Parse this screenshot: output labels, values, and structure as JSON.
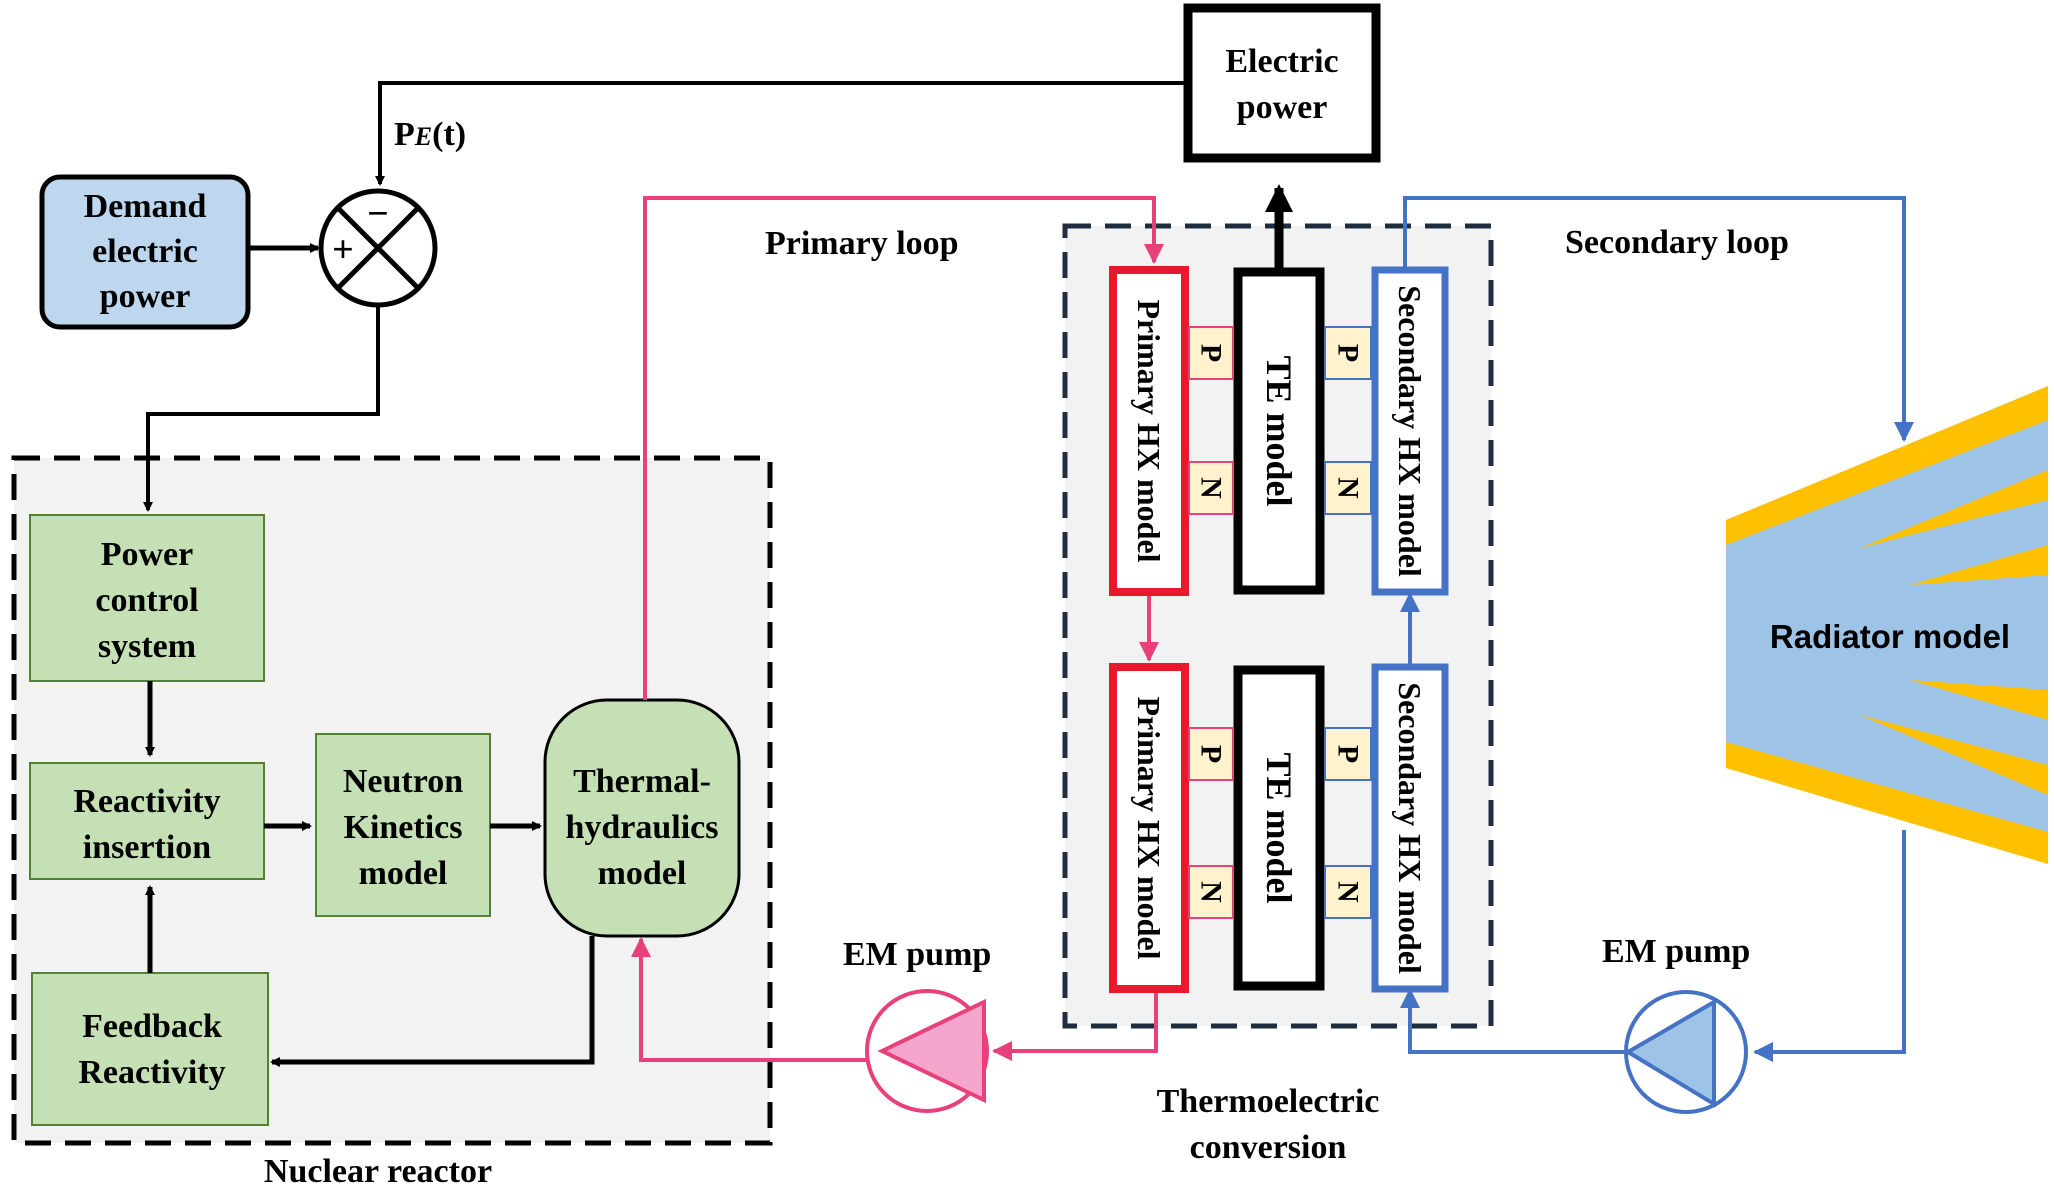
{
  "blocks": {
    "electric_power": [
      "Electric",
      "power"
    ],
    "demand": [
      "Demand",
      "electric",
      "power"
    ],
    "summing_plus": "+",
    "summing_minus": "−",
    "pe_signal": {
      "main": "P",
      "sub": "E",
      "rest": "(t)"
    },
    "power_control": [
      "Power",
      "control",
      "system"
    ],
    "reactivity_insertion": [
      "Reactivity",
      "insertion"
    ],
    "neutron_kinetics": [
      "Neutron",
      "Kinetics",
      "model"
    ],
    "thermal_hydraulics": [
      "Thermal-",
      "hydraulics",
      "model"
    ],
    "feedback": [
      "Feedback",
      "Reactivity"
    ],
    "primary_hx": "Primary HX model",
    "secondary_hx": "Secondary HX model",
    "te_model": "TE model",
    "p_junction": "P",
    "n_junction": "N",
    "radiator": "Radiator model"
  },
  "labels": {
    "primary_loop": "Primary loop",
    "secondary_loop": "Secondary loop",
    "em_pump": "EM pump",
    "thermoelectric": [
      "Thermoelectric",
      "conversion"
    ],
    "nuclear_reactor": "Nuclear reactor"
  },
  "colors": {
    "primary_loop": "#e8407a",
    "secondary_loop": "#4472c4",
    "hx_red": "#e8192c",
    "demand_fill": "#bdd7ee",
    "model_green": "#c5e0b4",
    "model_green_border": "#548235",
    "pn_fill": "#fff2cc",
    "radiator_yellow": "#ffc000",
    "radiator_blue": "#9dc3e6",
    "region_fill": "#f2f2f2"
  }
}
